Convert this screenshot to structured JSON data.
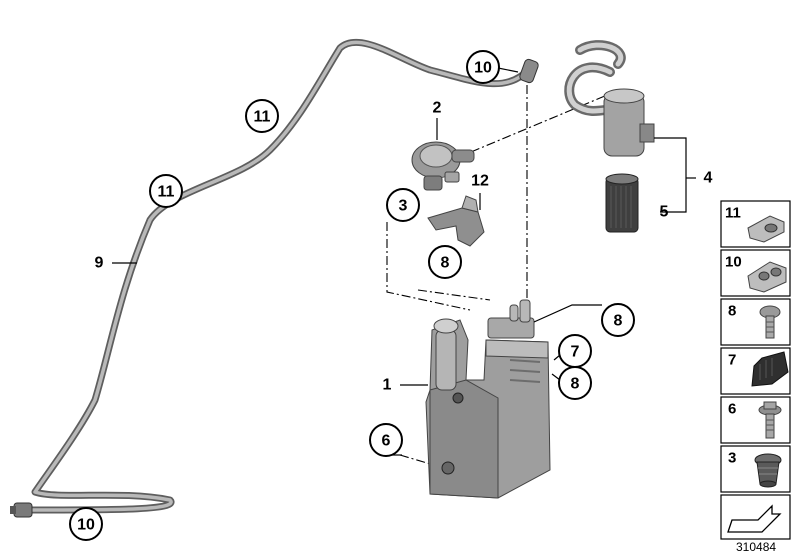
{
  "callouts": {
    "c1": "1",
    "c2": "2",
    "c3": "3",
    "c4": "4",
    "c5": "5",
    "c6": "6",
    "c7": "7",
    "c8a": "8",
    "c8b": "8",
    "c8c": "8",
    "c9": "9",
    "c10a": "10",
    "c10b": "10",
    "c11a": "11",
    "c11b": "11",
    "c12": "12"
  },
  "sidebar": {
    "items": [
      {
        "num": "11",
        "icon": "hose-clip-icon"
      },
      {
        "num": "10",
        "icon": "double-clip-icon"
      },
      {
        "num": "8",
        "icon": "bolt-icon"
      },
      {
        "num": "7",
        "icon": "rubber-block-icon"
      },
      {
        "num": "6",
        "icon": "flange-bolt-icon"
      },
      {
        "num": "3",
        "icon": "grommet-icon"
      }
    ],
    "arrow_icon": "forward-arrow-icon"
  },
  "doc_number": "310484"
}
